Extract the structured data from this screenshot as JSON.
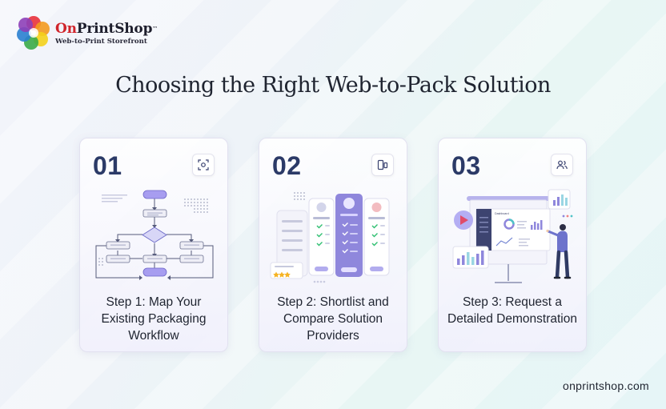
{
  "brand": {
    "name_first": "On",
    "name_rest": "PrintShop",
    "trademark": "™",
    "tagline": "Web-to-Print Storefront",
    "colors": {
      "red": "#d0242b",
      "navy": "#2b3a67",
      "purple": "#8f87dc"
    }
  },
  "heading": "Choosing the Right Web-to-Pack Solution",
  "cards": [
    {
      "number": "01",
      "icon": "scan-icon",
      "label": "Step 1: Map Your Existing Packaging Workflow"
    },
    {
      "number": "02",
      "icon": "devices-icon",
      "label": "Step 2: Shortlist and Compare Solution Providers"
    },
    {
      "number": "03",
      "icon": "users-icon",
      "label": "Step 3: Request a Detailed Demonstration"
    }
  ],
  "dashboard_label": "Dashboard",
  "footer_url": "onprintshop.com"
}
